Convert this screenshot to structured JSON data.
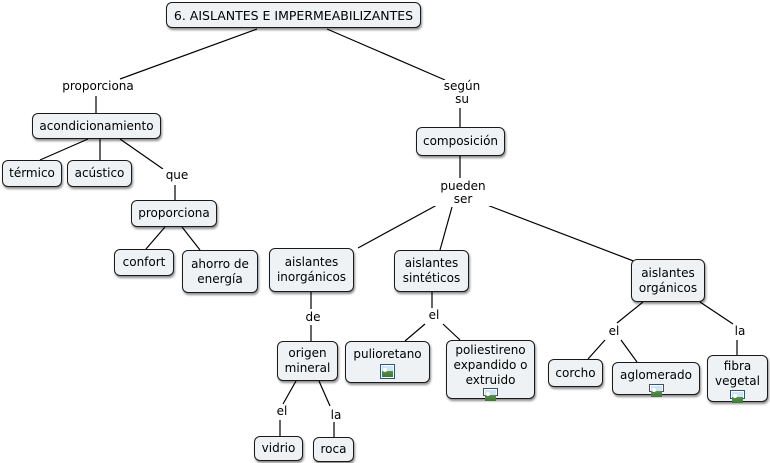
{
  "colors": {
    "node_fill": "#eef2f4",
    "node_border": "#1a1a1a",
    "line": "#000000",
    "background": "#ffffff"
  },
  "nodes": {
    "title": "6. AISLANTES E IMPERMEABILIZANTES",
    "acondicionamiento": "acondicionamiento",
    "termico": "térmico",
    "acustico": "acústico",
    "proporciona_node": "proporciona",
    "confort": "confort",
    "ahorro": [
      "ahorro de",
      "energía"
    ],
    "composicion": "composición",
    "inorganicos": [
      "aislantes",
      "inorgánicos"
    ],
    "sinteticos": [
      "aislantes",
      "sintéticos"
    ],
    "organicos": [
      "aislantes",
      "orgánicos"
    ],
    "origen": [
      "origen",
      "mineral"
    ],
    "vidrio": "vidrio",
    "roca": "roca",
    "pulioretano": "pulioretano",
    "poliestireno": [
      "poliestireno",
      "expandido o",
      "extruido"
    ],
    "corcho": "corcho",
    "aglomerado": "aglomerado",
    "fibra": [
      "fibra",
      "vegetal"
    ]
  },
  "links": {
    "proporciona": "proporciona",
    "segun_su": [
      "según",
      "su"
    ],
    "que": "que",
    "pueden_ser": [
      "pueden",
      "ser"
    ],
    "de": "de",
    "el_origen": "el",
    "la_origen": "la",
    "el_sinteticos": "el",
    "el_organicos": "el",
    "la_organicos": "la"
  },
  "icons": {
    "image_icon": "image-icon"
  }
}
